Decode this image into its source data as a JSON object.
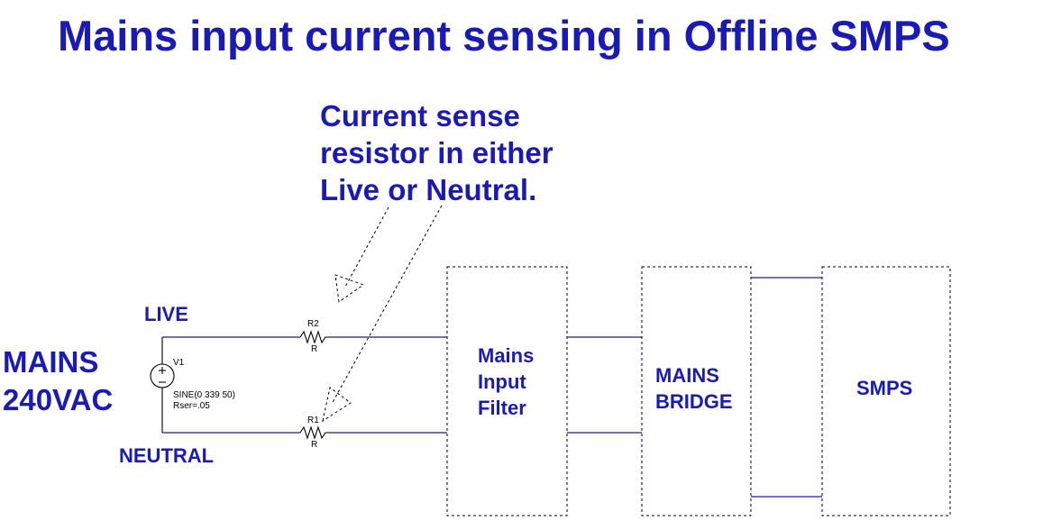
{
  "title": "Mains input current sensing in Offline SMPS",
  "annotation": {
    "lines": [
      "Current sense",
      "resistor in either",
      "Live or Neutral."
    ]
  },
  "source": {
    "label_line1": "MAINS",
    "label_line2": "240VAC",
    "ref": "V1",
    "spec": "SINE(0 339 50)",
    "rser": "Rser=.05"
  },
  "rails": {
    "live": "LIVE",
    "neutral": "NEUTRAL"
  },
  "resistors": {
    "r2_ref": "R2",
    "r2_value": "R",
    "r1_ref": "R1",
    "r1_value": "R"
  },
  "blocks": {
    "filter": [
      "Mains",
      "Input",
      "Filter"
    ],
    "bridge": [
      "MAINS",
      "BRIDGE"
    ],
    "smps": "SMPS"
  },
  "colors": {
    "text": "#1a1ab8",
    "wire": "#1a1aa0",
    "outline": "#000000"
  }
}
